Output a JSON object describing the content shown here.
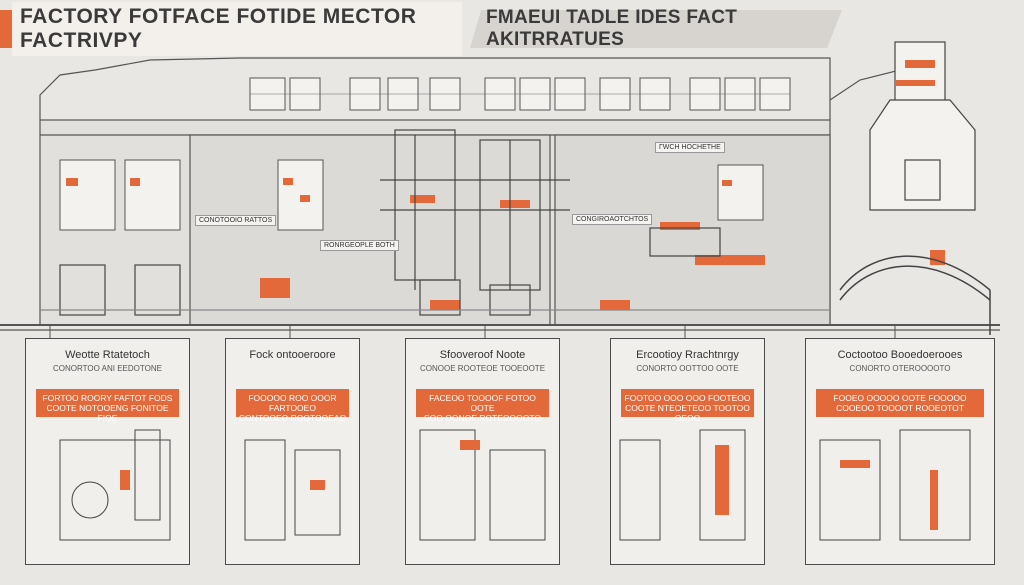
{
  "banners": {
    "left": "FACTORY FOTFACE FOTIDE MECTOR FACTRIVPY",
    "right": "FMAEUI TADLE IDES FACT AKITRRATUES"
  },
  "labels": {
    "control_room": "ГWCH HOCHETHE",
    "left_process": "CONOTOOIO RATTOS",
    "center_process": "RONRGEOPLE BOTH",
    "right_process": "CONGIROAOTCHTOS"
  },
  "stations": [
    {
      "title": "Weotte Rtatetoch",
      "sub": "CONORTOO ANI EEDOTONE",
      "box": "FORTOO ROORY FAFTOT FODS\nCOOTE NOTOOENG FONITOE FIOE"
    },
    {
      "title": "Fock ontooeroore",
      "sub": "",
      "box": "FOOOOO ROO OOOR FARTOOEO\nCONTOOEO ROOTOOEAO"
    },
    {
      "title": "Sfooveroof Noote",
      "sub": "CONOOE ROOTEOE TOOEOOTE",
      "box": "FACEOO TOOOOF FOTOO OOTE\nSOO OONOE ROTEOOOOTO"
    },
    {
      "title": "Ercootioy Rrachtnrgy",
      "sub": "CONORTO OOTTOO OOTE",
      "box": "FOOTOO OOO OOO FOOTEOO\nCOOTE NTEOETEOO TOOTOO OEOO"
    },
    {
      "title": "Coctootoo Booedoerooes",
      "sub": "CONORTO OTEROOOOTO",
      "box": "FOOEO OOOOO OOTE FOOOOO\nCOOEOO TOOOOT ROOEOTOT"
    }
  ]
}
